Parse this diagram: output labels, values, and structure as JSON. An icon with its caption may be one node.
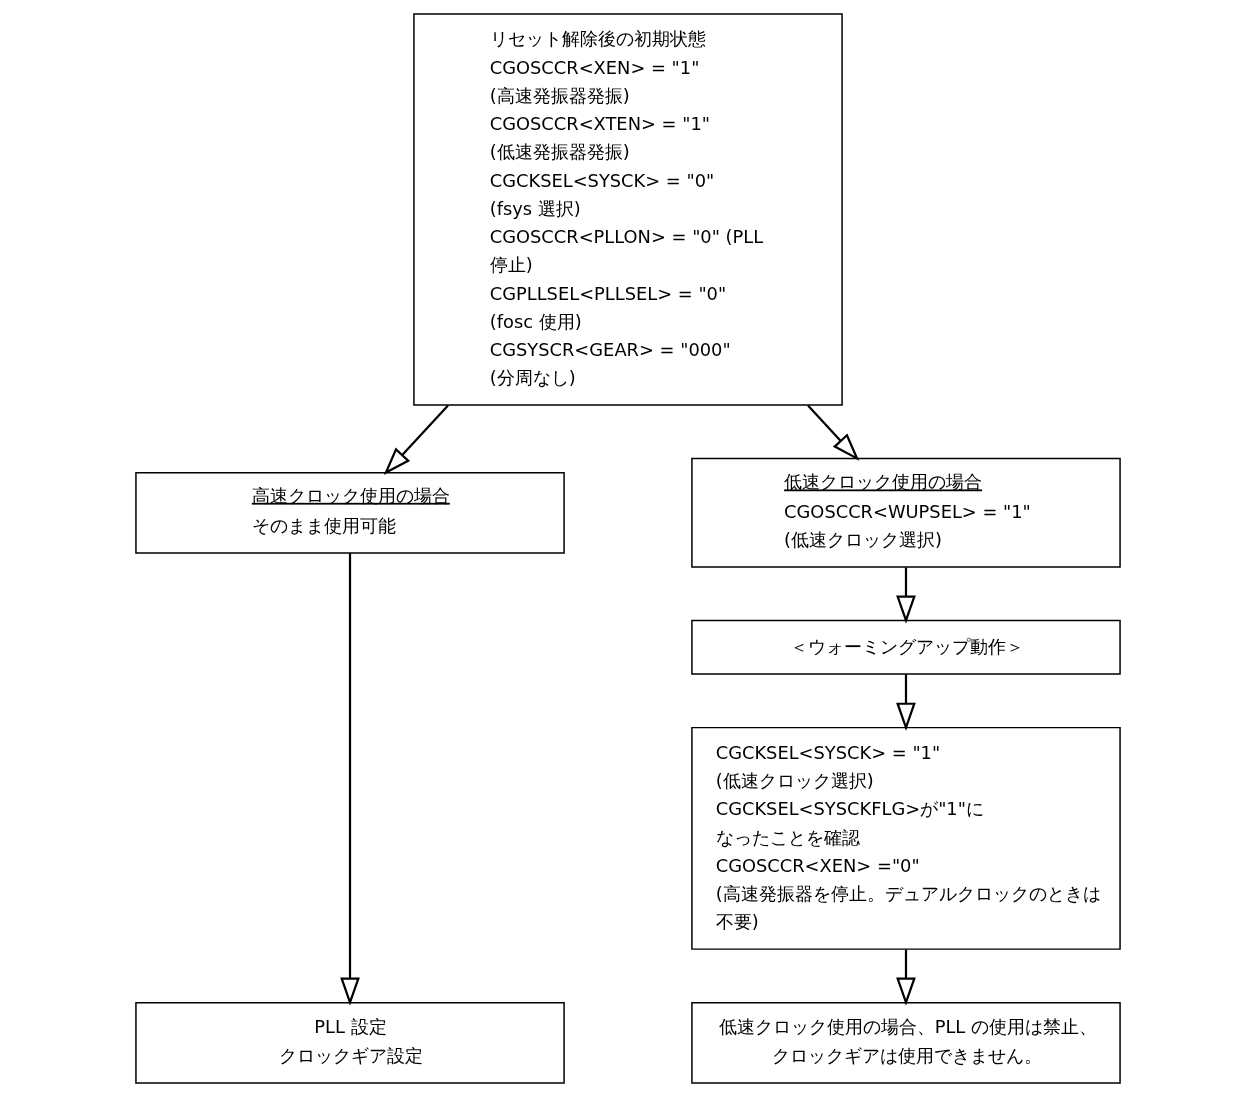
{
  "diagram": {
    "nodes": [
      {
        "text": [
          "リセット解除後の初期状態",
          "CGOSCCR<XEN> = \"1\"",
          "(高速発振器発振)",
          "CGOSCCR<XTEN> = \"1\"",
          "(低速発振器発振)",
          "CGCKSEL<SYSCK> = \"0\"",
          "(fsys 選択)",
          "CGOSCCR<PLLON> = \"0\" (PLL 停止)",
          "CGPLLSEL<PLLSEL> = \"0\" (fosc 使用)",
          "CGSYSCR<GEAR> = \"000\" (分周なし)"
        ]
      },
      {
        "text": [
          "高速クロック使用の場合",
          "そのまま使用可能"
        ]
      },
      {
        "text": [
          "低速クロック使用の場合",
          "CGOSCCR<WUPSEL> = \"1\"",
          "(低速クロック選択)"
        ]
      },
      {
        "text": [
          "＜ウォーミングアップ動作＞"
        ]
      },
      {
        "text": [
          "CGCKSEL<SYSCK> = \"1\"",
          "(低速クロック選択)",
          "CGCKSEL<SYSCKFLG>が\"1\"になったことを確認",
          "CGOSCCR<XEN> =\"0\"",
          "(高速発振器を停止。デュアルクロックのときは不要)"
        ]
      },
      {
        "text": [
          "PLL 設定",
          "クロックギア設定"
        ]
      },
      {
        "text": [
          "低速クロック使用の場合、PLL の使用は禁止、クロックギアは使用できません。"
        ]
      }
    ],
    "edges": [
      {
        "from": 0,
        "to": 1,
        "arrow": "to"
      },
      {
        "from": 0,
        "to": 2,
        "arrow": "to"
      },
      {
        "from": 1,
        "to": 5,
        "arrow": "to"
      },
      {
        "from": 2,
        "to": 3,
        "arrow": "to"
      },
      {
        "from": 3,
        "to": 4,
        "arrow": "to"
      },
      {
        "from": 4,
        "to": 6,
        "arrow": "to"
      }
    ]
  }
}
